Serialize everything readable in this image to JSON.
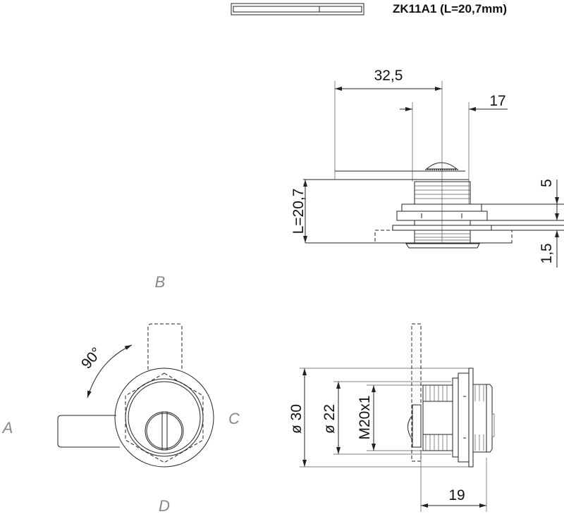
{
  "title": "ZK11A1 (L=20,7mm)",
  "dimensions": {
    "width_32_5": "32,5",
    "width_17": "17",
    "length": "L=20,7",
    "thickness_5": "5",
    "thickness_1_5": "1,5",
    "diameter_30": "ø 30",
    "diameter_22": "ø 22",
    "thread": "M20x1",
    "depth_19": "19",
    "rotation": "90°"
  },
  "positions": {
    "a": "A",
    "b": "B",
    "c": "C",
    "d": "D"
  }
}
